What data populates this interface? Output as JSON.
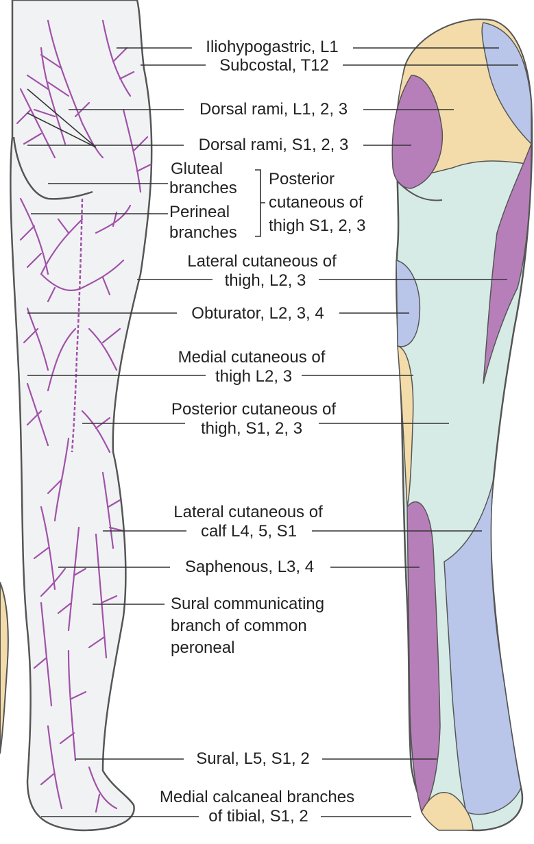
{
  "colors": {
    "nerve": "#a052a8",
    "skin": "#f1f2f4",
    "outline": "#555555",
    "lumbar_dorsal": "#f3dca9",
    "sacral_purple": "#b77fba",
    "ventral_blue": "#b9c6ea",
    "posterior_thigh": "#d7ebe6",
    "leader": "#333333"
  },
  "labels": {
    "iliohypogastric": "Iliohypogastric, L1",
    "subcostal": "Subcostal, T12",
    "dorsal_lumbar": "Dorsal rami, L1, 2, 3",
    "dorsal_sacral": "Dorsal rami, S1, 2, 3",
    "gluteal_1": "Gluteal",
    "gluteal_2": "branches",
    "perineal_1": "Perineal",
    "perineal_2": "branches",
    "post_cut_brace_1": "Posterior",
    "post_cut_brace_2": "cutaneous of",
    "post_cut_brace_3": "thigh S1, 2, 3",
    "lat_cut_thigh_1": "Lateral cutaneous of",
    "lat_cut_thigh_2": "thigh, L2, 3",
    "obturator": "Obturator, L2, 3, 4",
    "med_cut_thigh_1": "Medial cutaneous of",
    "med_cut_thigh_2": "thigh L2, 3",
    "post_cut_thigh_1": "Posterior cutaneous of",
    "post_cut_thigh_2": "thigh, S1, 2, 3",
    "lat_cut_calf_1": "Lateral cutaneous of",
    "lat_cut_calf_2": "calf L4, 5, S1",
    "saphenous": "Saphenous, L3, 4",
    "sural_comm_1": "Sural communicating",
    "sural_comm_2": "branch of common",
    "sural_comm_3": "peroneal",
    "sural": "Sural, L5, S1, 2",
    "med_calc_1": "Medial calcaneal branches",
    "med_calc_2": "of tibial, S1, 2"
  }
}
